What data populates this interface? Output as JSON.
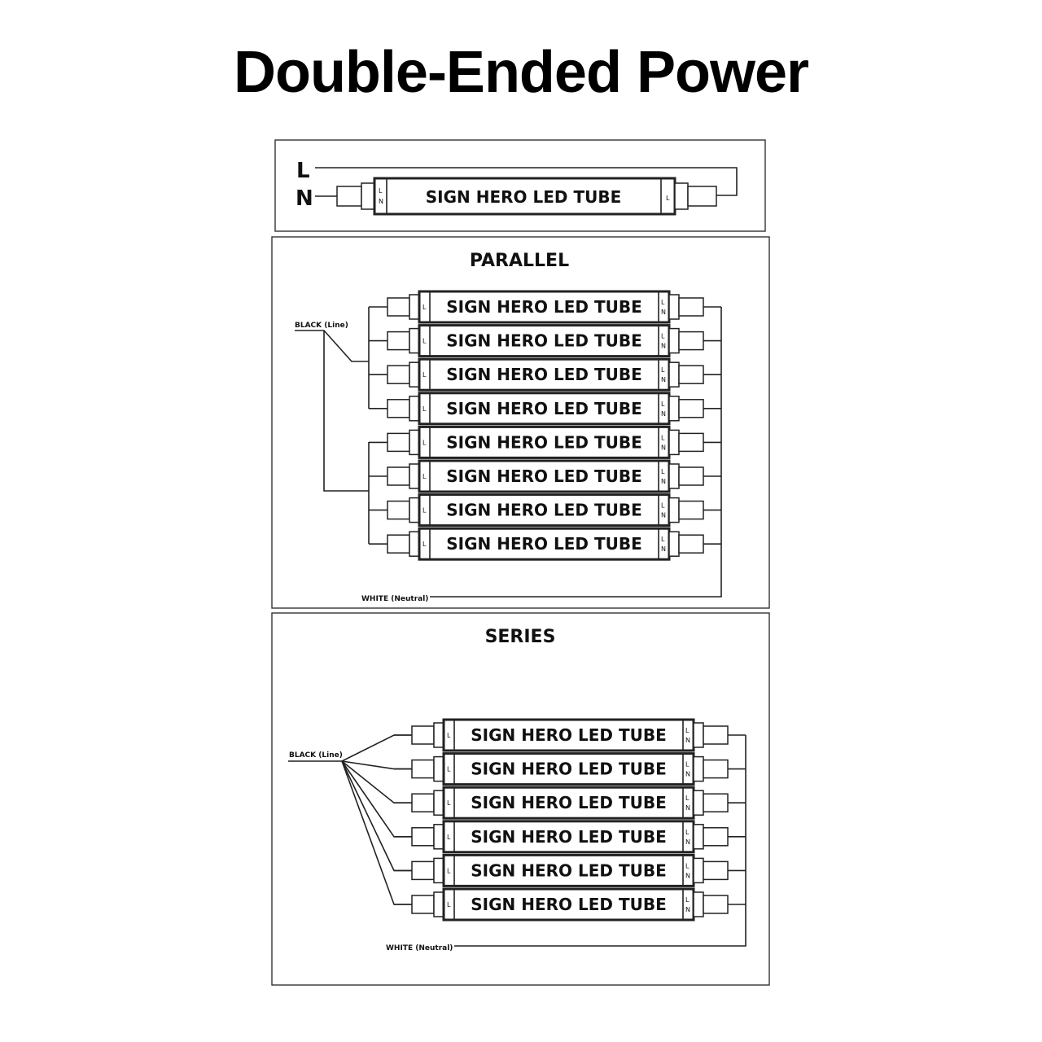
{
  "title": "Double-Ended Power",
  "tube_label": "SIGN HERO LED TUBE",
  "single": {
    "line_label": "L",
    "neutral_label": "N",
    "left_pins": [
      "L",
      "N"
    ],
    "right_pins": [
      "L"
    ]
  },
  "parallel": {
    "title": "PARALLEL",
    "tube_count": 8,
    "line_wire_label": "BLACK (Line)",
    "neutral_wire_label": "WHITE (Neutral)",
    "left_pins": [
      "L"
    ],
    "right_pins": [
      "L",
      "N"
    ]
  },
  "series": {
    "title": "SERIES",
    "tube_count": 6,
    "line_wire_label": "BLACK (Line)",
    "neutral_wire_label": "WHITE (Neutral)",
    "left_pins": [
      "L"
    ],
    "right_pins": [
      "L",
      "N"
    ]
  },
  "colors": {
    "line": "#222222",
    "background": "#ffffff",
    "text": "#111111"
  }
}
